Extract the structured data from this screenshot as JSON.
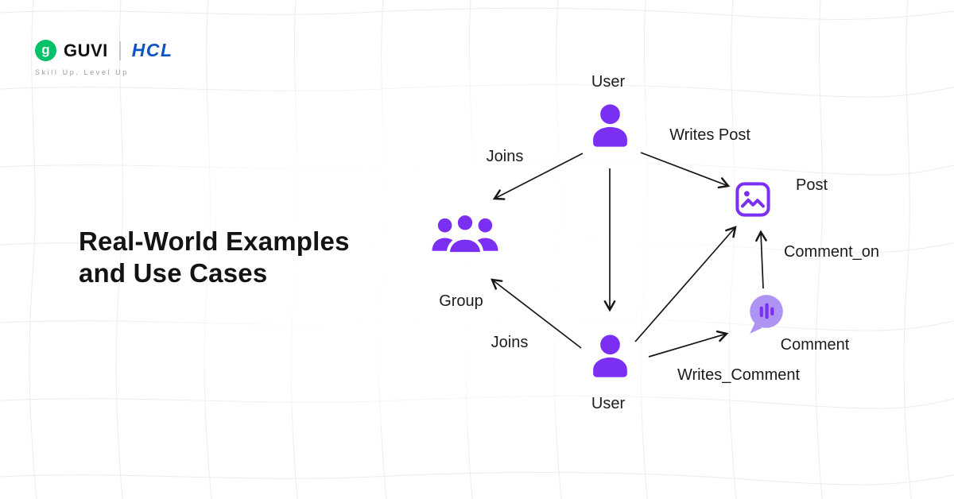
{
  "brand": {
    "guvi": "GUVI",
    "guvi_mark_letter": "g",
    "hcl": "HCL",
    "tagline": "Skill Up. Level Up"
  },
  "heading": {
    "line1": "Real-World Examples",
    "line2": "and Use Cases"
  },
  "diagram": {
    "nodes": {
      "user_top": {
        "label": "User",
        "icon": "user-icon"
      },
      "group": {
        "label": "Group",
        "icon": "group-icon"
      },
      "post": {
        "label": "Post",
        "icon": "post-image-icon"
      },
      "user_bottom": {
        "label": "User",
        "icon": "user-icon"
      },
      "comment": {
        "label": "Comment",
        "icon": "comment-bubble-icon"
      }
    },
    "edges": {
      "joins_top": {
        "label": "Joins"
      },
      "writes_post": {
        "label": "Writes Post"
      },
      "joins_bottom": {
        "label": "Joins"
      },
      "writes_comment": {
        "label": "Writes_Comment"
      },
      "comment_on": {
        "label": "Comment_on"
      }
    }
  },
  "colors": {
    "purple": "#7B2FF2",
    "purple_light": "#AE93F2",
    "green": "#05C168",
    "blue": "#0D52C6",
    "ink": "#161616",
    "grid": "#ECECEC",
    "gray": "#9B9B9B"
  }
}
